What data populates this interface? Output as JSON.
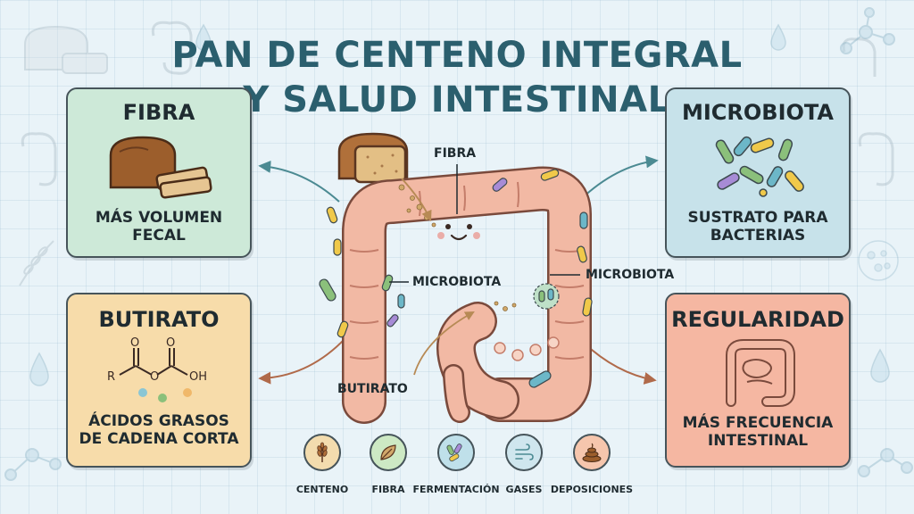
{
  "title": {
    "line1": "PAN DE CENTENO INTEGRAL",
    "line2": "Y SALUD INTESTINAL"
  },
  "cards": {
    "fibra": {
      "title": "FIBRA",
      "subtitle_line1": "MÁS VOLUMEN",
      "subtitle_line2": "FECAL",
      "color": "#cde9d8"
    },
    "microbiota": {
      "title": "MICROBIOTA",
      "subtitle_line1": "SUSTRATO PARA",
      "subtitle_line2": "BACTERIAS",
      "color": "#c7e2ea"
    },
    "butirato": {
      "title": "BUTIRATO",
      "subtitle_line1": "ÁCIDOS GRASOS",
      "subtitle_line2": "DE CADENA CORTA",
      "color": "#f7dcaa"
    },
    "regularidad": {
      "title": "REGULARIDAD",
      "subtitle_line1": "MÁS FRECUENCIA",
      "subtitle_line2": "INTESTINAL",
      "color": "#f5b7a2"
    }
  },
  "molecule": {
    "r": "R",
    "o": "O",
    "oh": "OH"
  },
  "callouts": {
    "fibra": "FIBRA",
    "microbiota_left": "MICROBIOTA",
    "microbiota_right": "MICROBIOTA",
    "butirato": "BUTIRATO"
  },
  "legend": [
    {
      "label": "CENTENO",
      "icon": "wheat-icon",
      "color": "#f3dcae"
    },
    {
      "label": "FIBRA",
      "icon": "leaf-icon",
      "color": "#cde9c4"
    },
    {
      "label": "FERMENTACIÓN",
      "icon": "bacteria-icon",
      "color": "#bfe0ea"
    },
    {
      "label": "GASES",
      "icon": "wind-icon",
      "color": "#cfe6ee"
    },
    {
      "label": "DEPOSICIONES",
      "icon": "stool-icon",
      "color": "#f6c6ad"
    }
  ]
}
